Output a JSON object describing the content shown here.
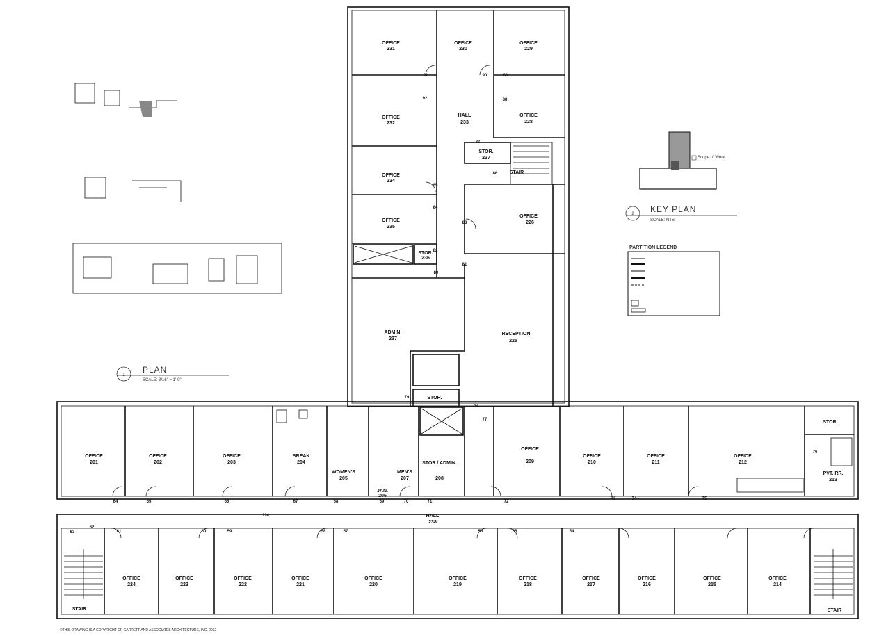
{
  "plan_title": {
    "number": "1",
    "title": "PLAN",
    "scale": "SCALE: 3/16\" = 1'-0\""
  },
  "key_plan": {
    "number": "2",
    "title": "KEY PLAN",
    "scale": "SCALE: NTS",
    "scope_label": "Scope of Work"
  },
  "legend": {
    "title": "PARTITION LEGEND"
  },
  "copyright": "©THIS DRAWING IS A COPYRIGHT OF GARRETT AND ASSOCIATES ARCHITECTURE, INC. 2012",
  "wing_rooms": [
    {
      "name": "OFFICE",
      "num": "231"
    },
    {
      "name": "OFFICE",
      "num": "230"
    },
    {
      "name": "OFFICE",
      "num": "229"
    },
    {
      "name": "OFFICE",
      "num": "232"
    },
    {
      "name": "HALL",
      "num": "233"
    },
    {
      "name": "OFFICE",
      "num": "228"
    },
    {
      "name": "STOR.",
      "num": "227"
    },
    {
      "name": "STAIR",
      "num": ""
    },
    {
      "name": "OFFICE",
      "num": "234"
    },
    {
      "name": "OFFICE",
      "num": "235"
    },
    {
      "name": "OFFICE",
      "num": "226"
    },
    {
      "name": "STOR.",
      "num": "236"
    },
    {
      "name": "ADMIN.",
      "num": "237"
    },
    {
      "name": "RECEPTION",
      "num": "225"
    },
    {
      "name": "STOR.",
      "num": ""
    }
  ],
  "mid_rooms": [
    {
      "name": "OFFICE",
      "num": "201"
    },
    {
      "name": "OFFICE",
      "num": "202"
    },
    {
      "name": "OFFICE",
      "num": "203"
    },
    {
      "name": "BREAK",
      "num": "204"
    },
    {
      "name": "WOMEN'S",
      "num": "205"
    },
    {
      "name": "MEN'S",
      "num": "207"
    },
    {
      "name": "STOR./ ADMIN.",
      "num": "208"
    },
    {
      "name": "OFFICE",
      "num": "209"
    },
    {
      "name": "OFFICE",
      "num": "210"
    },
    {
      "name": "OFFICE",
      "num": "211"
    },
    {
      "name": "OFFICE",
      "num": "212"
    },
    {
      "name": "STOR.",
      "num": ""
    },
    {
      "name": "PVT. RR.",
      "num": "213"
    },
    {
      "name": "JAN.",
      "num": "206"
    },
    {
      "name": "HALL",
      "num": "238"
    }
  ],
  "bottom_rooms": [
    {
      "name": "OFFICE",
      "num": "224"
    },
    {
      "name": "OFFICE",
      "num": "223"
    },
    {
      "name": "OFFICE",
      "num": "222"
    },
    {
      "name": "OFFICE",
      "num": "221"
    },
    {
      "name": "OFFICE",
      "num": "220"
    },
    {
      "name": "OFFICE",
      "num": "219"
    },
    {
      "name": "OFFICE",
      "num": "218"
    },
    {
      "name": "OFFICE",
      "num": "217"
    },
    {
      "name": "OFFICE",
      "num": "216"
    },
    {
      "name": "OFFICE",
      "num": "215"
    },
    {
      "name": "OFFICE",
      "num": "214"
    },
    {
      "name": "STAIR",
      "num": ""
    },
    {
      "name": "STAIR",
      "num": ""
    }
  ],
  "door_tags": [
    "91",
    "90",
    "89",
    "92",
    "88",
    "87",
    "86",
    "85",
    "84",
    "83",
    "82",
    "81",
    "80",
    "79",
    "78",
    "77",
    "76",
    "75",
    "74",
    "73",
    "72",
    "71",
    "70",
    "69",
    "68",
    "67",
    "66",
    "65",
    "64",
    "63",
    "62",
    "61",
    "60",
    "59",
    "58",
    "57",
    "56",
    "55",
    "54",
    "114"
  ]
}
